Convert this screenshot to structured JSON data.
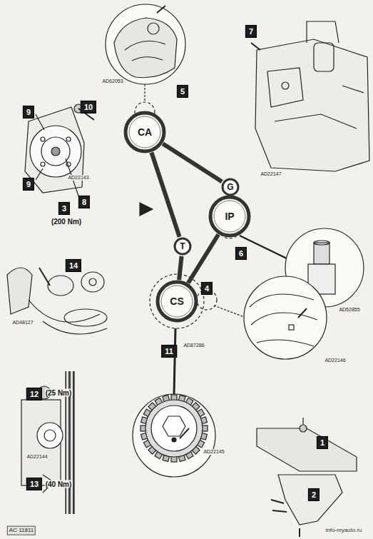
{
  "diagram": {
    "nodes": [
      {
        "text": [
          "CA"
        ]
      },
      {
        "text": [
          "G"
        ]
      },
      {
        "text": [
          "IP"
        ]
      },
      {
        "text": [
          "T"
        ]
      },
      {
        "text": [
          "CS"
        ]
      }
    ],
    "edges": [
      {
        "from": 0,
        "to": 1,
        "arrow": "none"
      },
      {
        "from": 1,
        "to": 2,
        "arrow": "none"
      },
      {
        "from": 2,
        "to": 4,
        "arrow": "none"
      },
      {
        "from": 4,
        "to": 3,
        "arrow": "none"
      },
      {
        "from": 3,
        "to": 0,
        "arrow": "none"
      }
    ],
    "labels": [
      "AD62053",
      "5",
      "7",
      "AD22147",
      "9",
      "10",
      "AD22143",
      "9",
      "8",
      "3",
      "(200 Nm)",
      "6",
      "AD52855",
      "14",
      "AD48127",
      "4",
      "AD22146",
      "AD87286",
      "11",
      "12",
      "(25 Nm)",
      "AD22144",
      "13",
      "(40 Nm)",
      "AD22145",
      "1",
      "2",
      "AC 11811",
      "info-myauto.ru"
    ]
  }
}
